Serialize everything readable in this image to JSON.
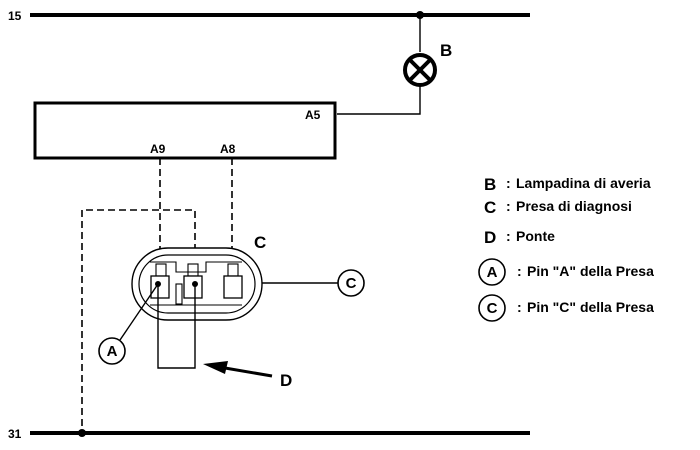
{
  "rails": {
    "top_label": "15",
    "bottom_label": "31"
  },
  "module": {
    "pin_a5": "A5",
    "pin_a9": "A9",
    "pin_a8": "A8"
  },
  "lamp": {
    "label": "B"
  },
  "connector": {
    "label": "C"
  },
  "bridge": {
    "label": "D"
  },
  "callouts": {
    "pin_a": "A",
    "pin_c": "C"
  },
  "legend": {
    "b_key": "B",
    "b_text": "Lampadina di averia",
    "c_key": "C",
    "c_text": "Presa di diagnosi",
    "d_key": "D",
    "d_text": "Ponte",
    "a_key": "A",
    "a_text": "Pin \"A\" della Presa",
    "pc_key": "C",
    "pc_text": "Pin \"C\" della Presa",
    "separator": ":"
  }
}
